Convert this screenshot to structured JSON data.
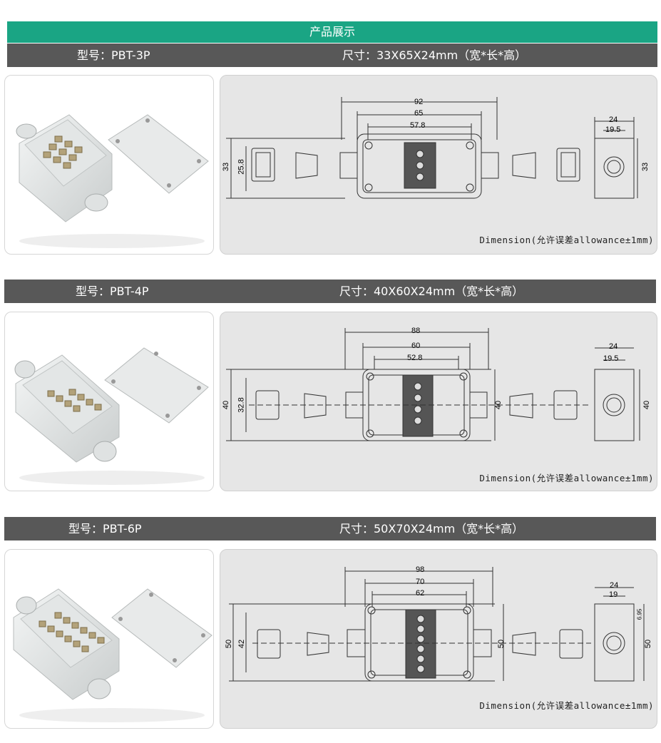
{
  "header": {
    "title": "产品展示"
  },
  "products": [
    {
      "model": "型号：PBT-3P",
      "size": "尺寸：33X65X24mm（宽*长*高）",
      "dims": {
        "overall": "92",
        "mid": "65",
        "inner": "57.8",
        "h": "33",
        "h_inner": "25.8",
        "side_w": "24",
        "side_inner": "19.5",
        "side_h": "33"
      },
      "note": "Dimension(允许误差allowance±1mm)",
      "terminals": 3
    },
    {
      "model": "型号：PBT-4P",
      "size": "尺寸：40X60X24mm（宽*长*高）",
      "dims": {
        "overall": "88",
        "mid": "60",
        "inner": "52.8",
        "h": "40",
        "h_inner": "32.8",
        "h_right": "40",
        "side_w": "24",
        "side_inner": "19.5",
        "side_h": "40"
      },
      "note": "Dimension(允许误差allowance±1mm)",
      "terminals": 4
    },
    {
      "model": "型号：PBT-6P",
      "size": "尺寸：50X70X24mm（宽*长*高）",
      "dims": {
        "overall": "98",
        "mid": "70",
        "inner": "62",
        "h": "50",
        "h_inner": "42",
        "h_right": "50",
        "side_w": "24",
        "side_inner": "19",
        "side_small": "6.95",
        "side_h": "50"
      },
      "note": "Dimension(允许误差allowance±1mm)",
      "terminals": 6
    }
  ],
  "colors": {
    "banner": "#1aa584",
    "bar": "#585858",
    "drawing_bg": "#e6e6e6"
  }
}
